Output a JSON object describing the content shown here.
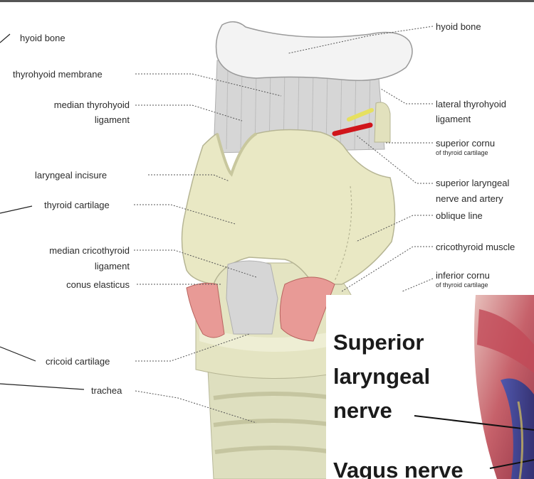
{
  "labels": {
    "hyoid_left": "hyoid bone",
    "thyrohyoid_membrane": "thyrohyoid membrane",
    "median_thyrohyoid_1": "median thyrohyoid",
    "median_thyrohyoid_2": "ligament",
    "laryngeal_incisure": "laryngeal incisure",
    "thyroid_cartilage": "thyroid cartilage",
    "median_cricothyroid_1": "median cricothyroid",
    "median_cricothyroid_2": "ligament",
    "conus_elasticus": "conus elasticus",
    "cricoid_cartilage": "cricoid cartilage",
    "trachea": "trachea",
    "hyoid_right": "hyoid bone",
    "lateral_thyrohyoid_1": "lateral thyrohyoid",
    "lateral_thyrohyoid_2": "ligament",
    "superior_cornu": "superior cornu",
    "superior_cornu_sub": "of thyroid cartilage",
    "superior_laryngeal_1": "superior laryngeal",
    "superior_laryngeal_2": "nerve and artery",
    "oblique_line": "oblique line",
    "cricothyroid_muscle": "cricothyroid muscle",
    "inferior_cornu": "inferior cornu",
    "inferior_cornu_sub": "of thyroid cartilage"
  },
  "inset": {
    "superior_line1": "Superior",
    "superior_line2": "laryngeal",
    "superior_line3": "nerve",
    "vagus": "Vagus nerve"
  },
  "colors": {
    "cartilage": "#e9e8c4",
    "cartilage_dark": "#d7d6a8",
    "membrane": "#d9d9d9",
    "bone": "#f2f2f2",
    "muscle": "#e89a96",
    "nerve": "#e6e060",
    "artery": "#d0151b"
  }
}
